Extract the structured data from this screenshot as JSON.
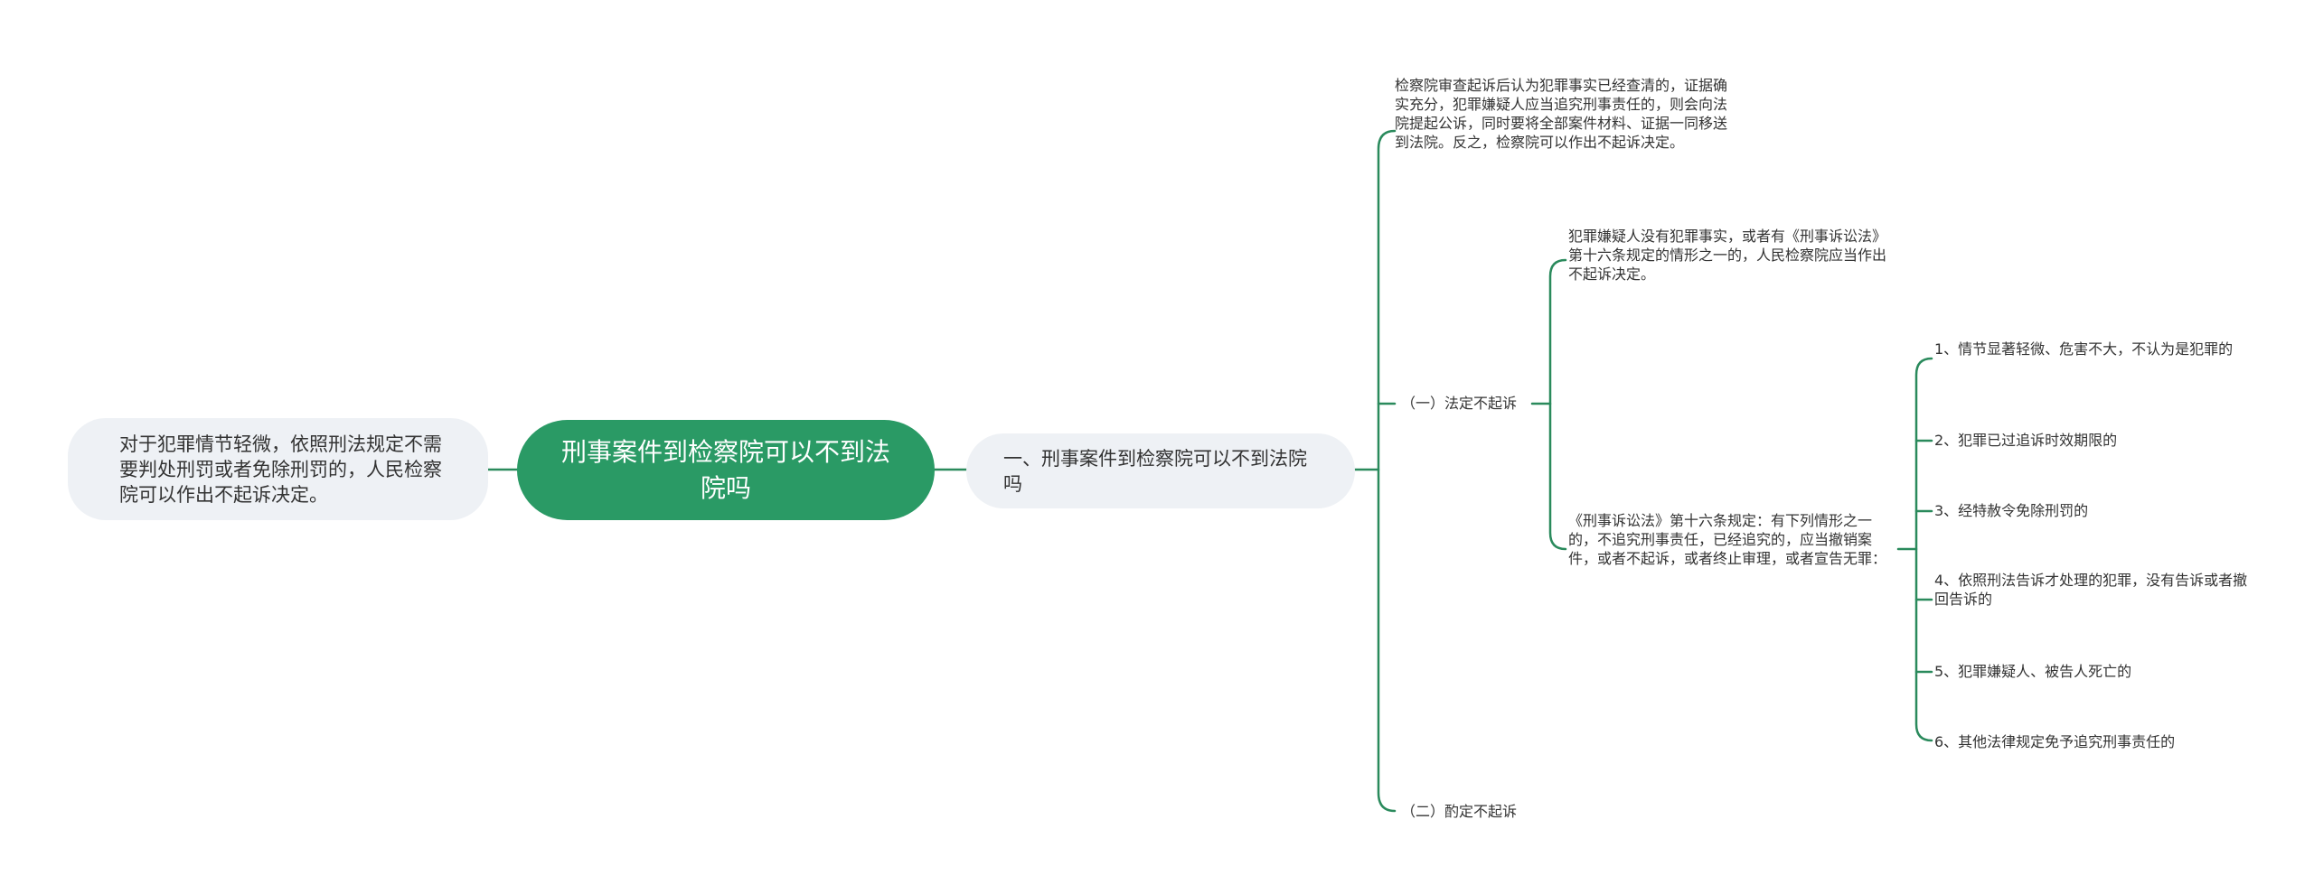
{
  "root": {
    "label": "刑事案件到检察院可以不到法院吗"
  },
  "left_branch": {
    "label": "对于犯罪情节轻微，依照刑法规定不需要判处刑罚或者免除刑罚的，人民检察院可以作出不起诉决定。"
  },
  "main_branch": {
    "label": "一、刑事案件到检察院可以不到法院吗",
    "children": [
      {
        "label": "检察院审查起诉后认为犯罪事实已经查清的，证据确实充分，犯罪嫌疑人应当追究刑事责任的，则会向法院提起公诉，同时要将全部案件材料、证据一同移送到法院。反之，检察院可以作出不起诉决定。"
      },
      {
        "label": "（一）法定不起诉",
        "children": [
          {
            "label": "犯罪嫌疑人没有犯罪事实，或者有《刑事诉讼法》第十六条规定的情形之一的，人民检察院应当作出不起诉决定。"
          },
          {
            "label": "《刑事诉讼法》第十六条规定：有下列情形之一的，不追究刑事责任，已经追究的，应当撤销案件，或者不起诉，或者终止审理，或者宣告无罪：",
            "children": [
              {
                "label": "1、情节显著轻微、危害不大，不认为是犯罪的"
              },
              {
                "label": "2、犯罪已过追诉时效期限的"
              },
              {
                "label": "3、经特赦令免除刑罚的"
              },
              {
                "label": "4、依照刑法告诉才处理的犯罪，没有告诉或者撤回告诉的"
              },
              {
                "label": "5、犯罪嫌疑人、被告人死亡的"
              },
              {
                "label": "6、其他法律规定免予追究刑事责任的"
              }
            ]
          }
        ]
      },
      {
        "label": "（二）酌定不起诉"
      }
    ]
  },
  "colors": {
    "accent": "#2a9a65",
    "bubble": "#eef1f5",
    "line": "#2a8a5c",
    "text": "#333333"
  }
}
